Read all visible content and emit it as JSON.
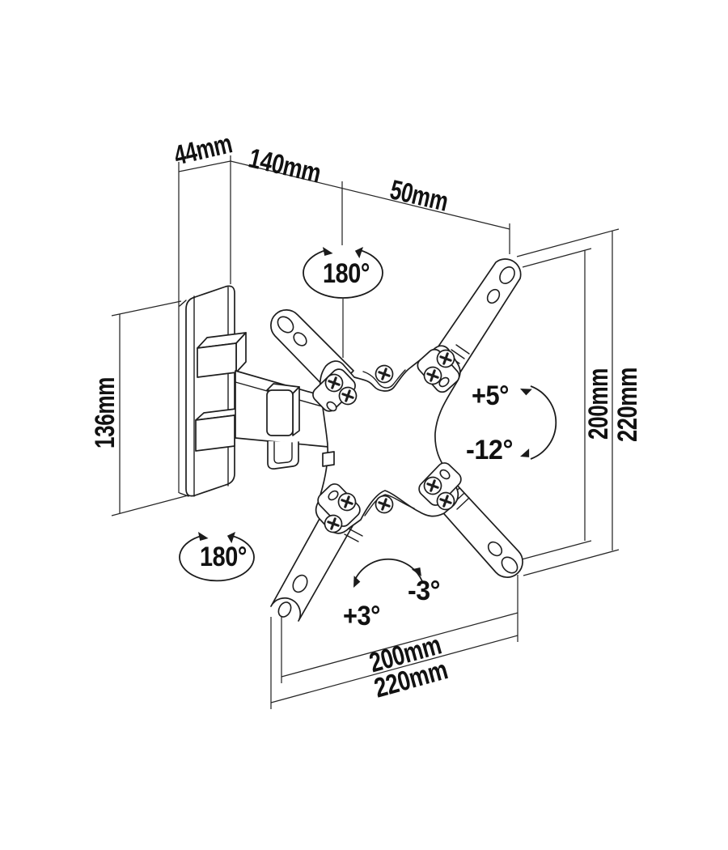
{
  "colors": {
    "background": "#ffffff",
    "line": "#1e1e1e",
    "text": "#111111"
  },
  "dimensions": {
    "top": {
      "wall_plate_depth": "44mm",
      "arm_length": "140mm",
      "plate_offset": "50mm"
    },
    "left": {
      "wall_plate_height": "136mm"
    },
    "right": {
      "inner_height": "200mm",
      "outer_height": "220mm"
    },
    "bottom": {
      "inner_width": "200mm",
      "outer_width": "220mm"
    }
  },
  "angles": {
    "swivel_top": "180°",
    "swivel_bottom": "180°",
    "tilt_up": "+5°",
    "tilt_down": "-12°",
    "rotation_cw": "+3°",
    "rotation_ccw": "-3°"
  }
}
